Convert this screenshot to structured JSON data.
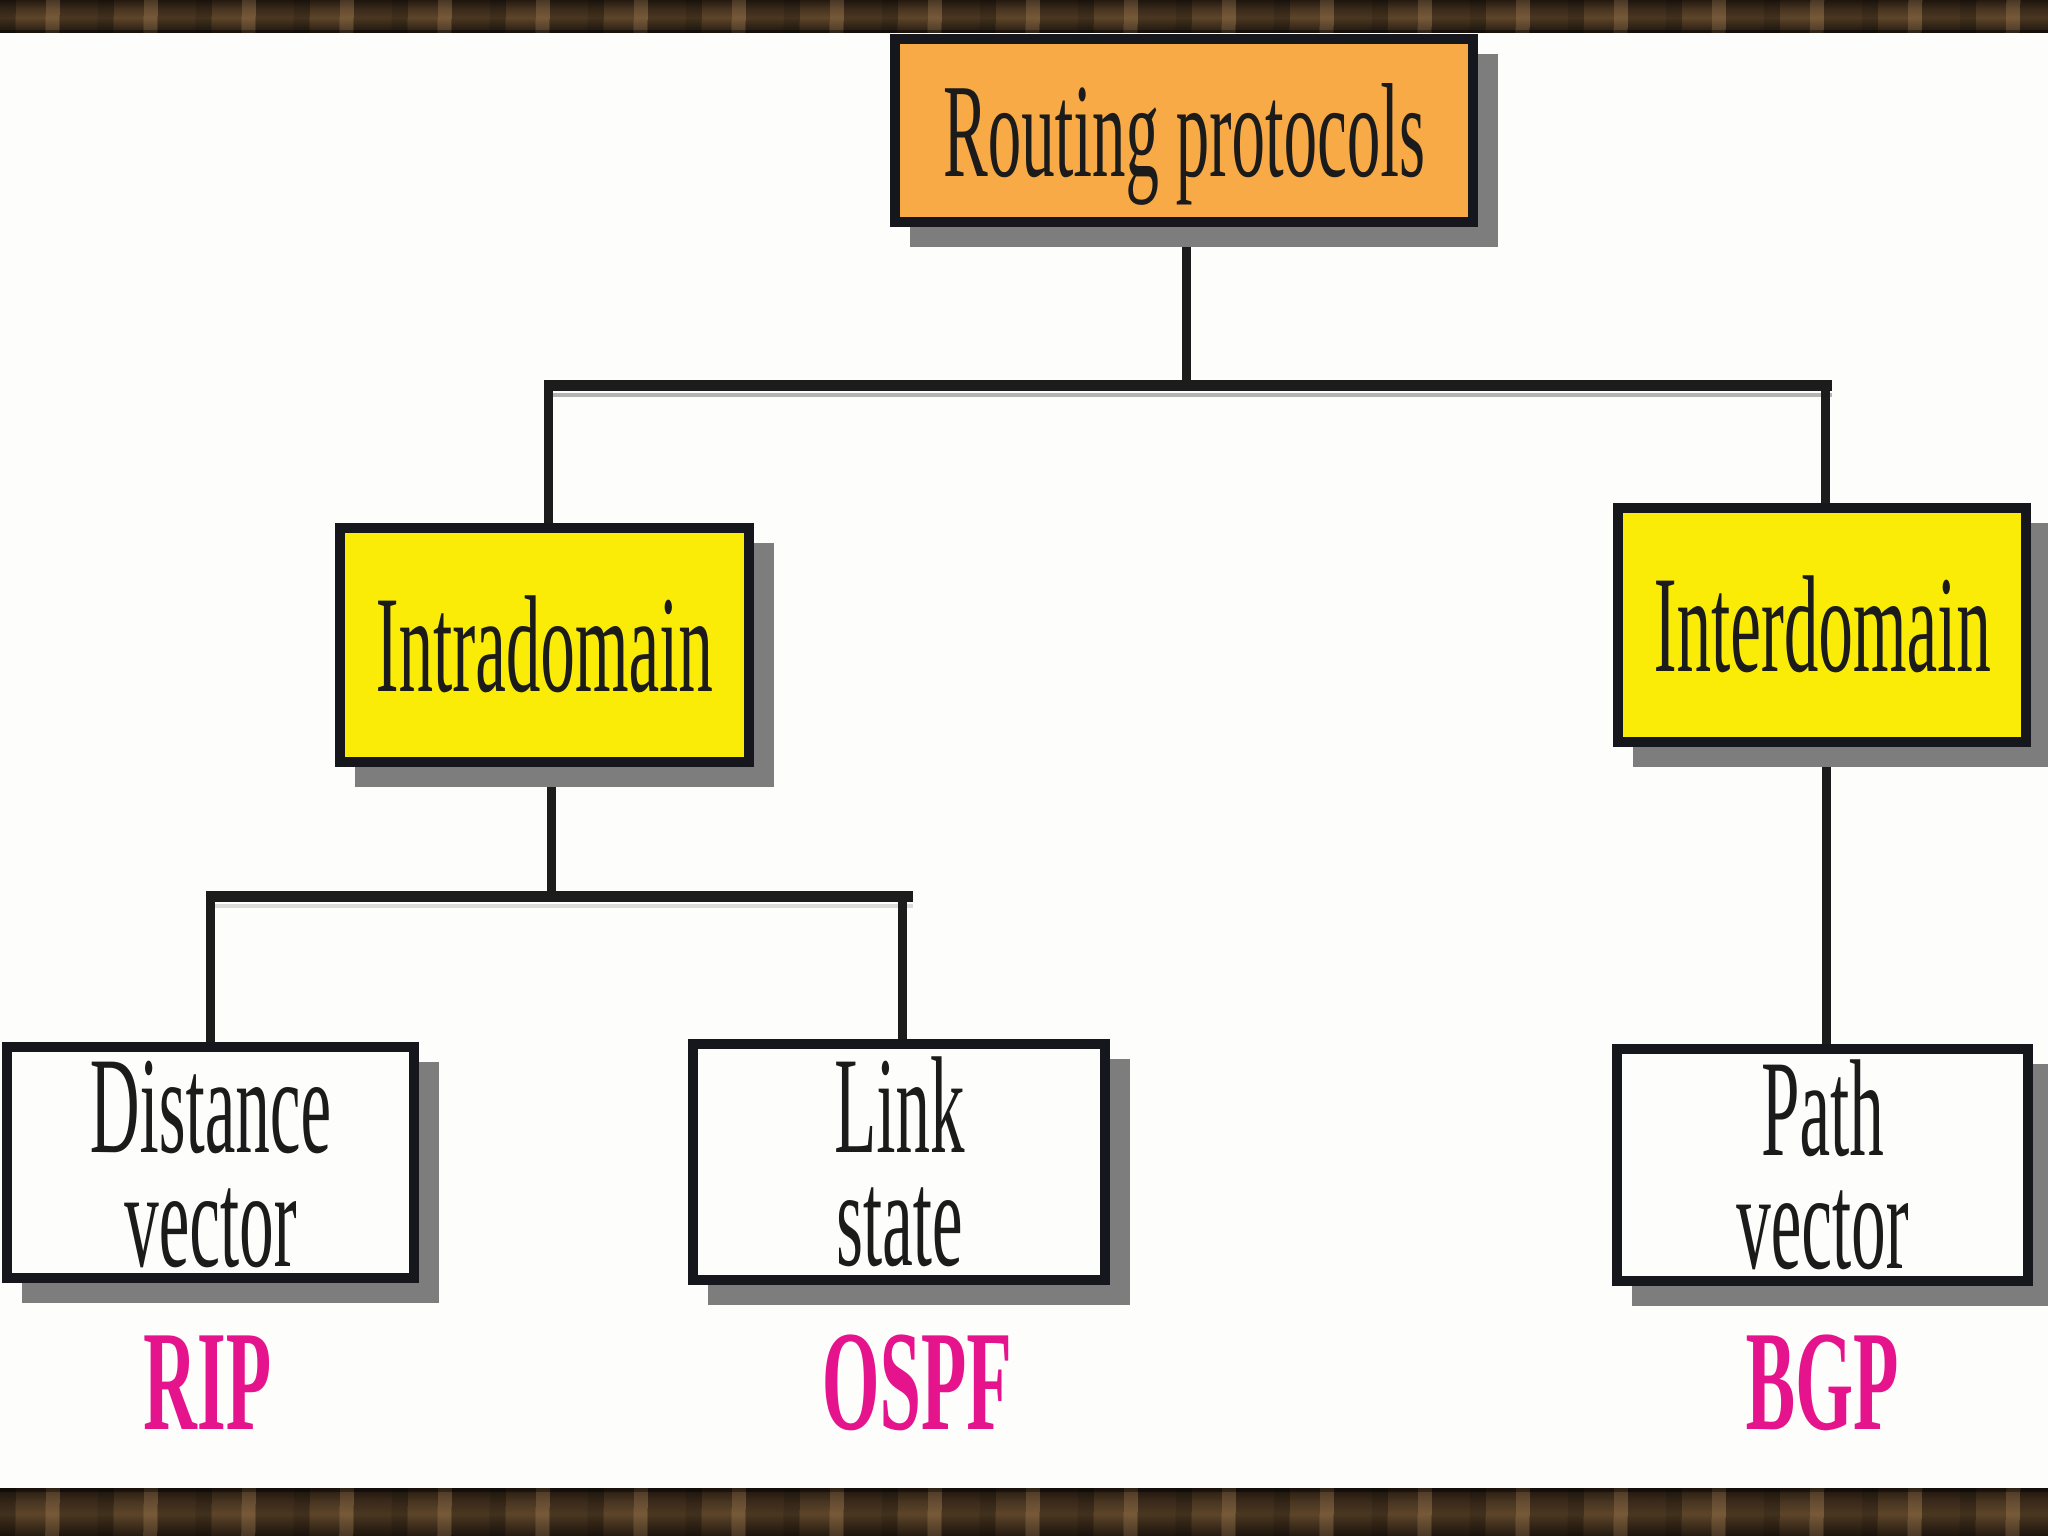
{
  "colors": {
    "root_fill": "#f7aa45",
    "domain_fill": "#faec07",
    "leaf_fill": "#fdfdfc",
    "protocol_text": "#e6148c",
    "line": "#1c1c1c",
    "shadow": "#7d7d7d",
    "wood": "#483420"
  },
  "tree": {
    "root": {
      "label": "Routing protocols"
    },
    "branches": [
      {
        "label": "Intradomain",
        "children": [
          {
            "line1": "Distance",
            "line2": "vector",
            "protocol": "RIP"
          },
          {
            "line1": "Link",
            "line2": "state",
            "protocol": "OSPF"
          }
        ]
      },
      {
        "label": "Interdomain",
        "children": [
          {
            "line1": "Path",
            "line2": "vector",
            "protocol": "BGP"
          }
        ]
      }
    ]
  }
}
